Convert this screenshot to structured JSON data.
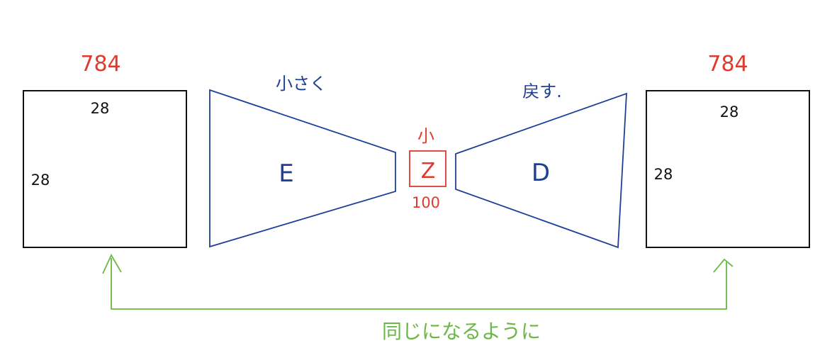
{
  "colors": {
    "black": "#111111",
    "blue": "#1f3f95",
    "red": "#e03a2e",
    "green": "#6ab845"
  },
  "input_image": {
    "size_label": "784",
    "width_label": "28",
    "height_label": "28"
  },
  "encoder": {
    "caption": "小さく",
    "label": "E"
  },
  "latent": {
    "caption": "小",
    "label": "Z",
    "size_label": "100"
  },
  "decoder": {
    "caption": "戻す.",
    "label": "D"
  },
  "output_image": {
    "size_label": "784",
    "width_label": "28",
    "height_label": "28"
  },
  "comparison": {
    "caption": "同じになるように"
  }
}
